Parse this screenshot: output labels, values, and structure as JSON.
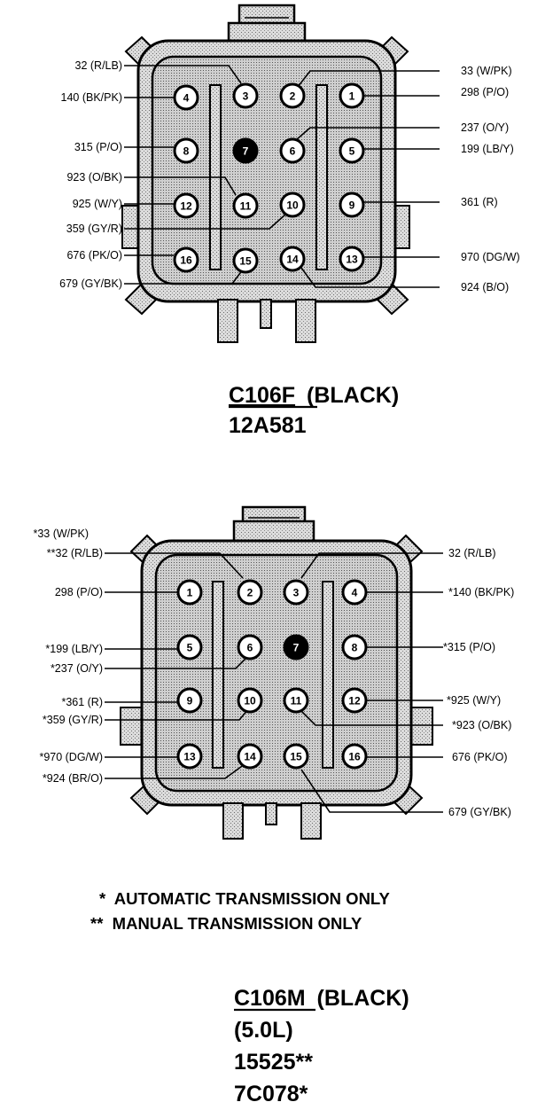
{
  "connector_f": {
    "name": "C106F",
    "color": "(BLACK)",
    "part": "12A581",
    "pins": [
      {
        "n": "1"
      },
      {
        "n": "2"
      },
      {
        "n": "3"
      },
      {
        "n": "4"
      },
      {
        "n": "5"
      },
      {
        "n": "6"
      },
      {
        "n": "7"
      },
      {
        "n": "8"
      },
      {
        "n": "9"
      },
      {
        "n": "10"
      },
      {
        "n": "11"
      },
      {
        "n": "12"
      },
      {
        "n": "13"
      },
      {
        "n": "14"
      },
      {
        "n": "15"
      },
      {
        "n": "16"
      }
    ],
    "left_labels": [
      "32 (R/LB)",
      "140 (BK/PK)",
      "315 (P/O)",
      "923 (O/BK)",
      "925 (W/Y)",
      "359 (GY/R)",
      "676 (PK/O)",
      "679 (GY/BK)"
    ],
    "right_labels": [
      "33 (W/PK)",
      "298 (P/O)",
      "237 (O/Y)",
      "199 (LB/Y)",
      "361 (R)",
      "970 (DG/W)",
      "924 (B/O)"
    ]
  },
  "connector_m": {
    "name": "C106M",
    "color": "(BLACK)",
    "engine": "(5.0L)",
    "part_manual": "15525**",
    "part_auto": "7C078*",
    "pins": [
      {
        "n": "1"
      },
      {
        "n": "2"
      },
      {
        "n": "3"
      },
      {
        "n": "4"
      },
      {
        "n": "5"
      },
      {
        "n": "6"
      },
      {
        "n": "7"
      },
      {
        "n": "8"
      },
      {
        "n": "9"
      },
      {
        "n": "10"
      },
      {
        "n": "11"
      },
      {
        "n": "12"
      },
      {
        "n": "13"
      },
      {
        "n": "14"
      },
      {
        "n": "15"
      },
      {
        "n": "16"
      }
    ],
    "left_labels": [
      "*33 (W/PK)",
      "**32 (R/LB)",
      "298 (P/O)",
      "*199 (LB/Y)",
      "*237 (O/Y)",
      "*361 (R)",
      "*359 (GY/R)",
      "*970 (DG/W)",
      "*924 (BR/O)"
    ],
    "right_labels": [
      "32 (R/LB)",
      "*140 (BK/PK)",
      "*315 (P/O)",
      "*925 (W/Y)",
      "*923 (O/BK)",
      "676 (PK/O)",
      "679 (GY/BK)"
    ]
  },
  "notes": {
    "auto": "*  AUTOMATIC TRANSMISSION ONLY",
    "manual": "**  MANUAL TRANSMISSION ONLY"
  }
}
